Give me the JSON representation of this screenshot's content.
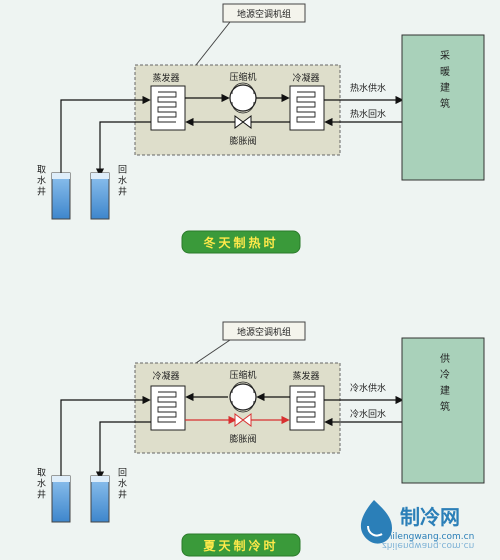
{
  "winter": {
    "unit_label": "地源空调机组",
    "evaporator": "蒸发器",
    "compressor": "压缩机",
    "condenser": "冷凝器",
    "expansion_valve": "膨胀阀",
    "supply_label": "热水供水",
    "return_label": "热水回水",
    "building_label": "采暖建筑",
    "intake_well": "取水井",
    "return_well": "回水井",
    "mode_label": "冬天制热时"
  },
  "summer": {
    "unit_label": "地源空调机组",
    "condenser": "冷凝器",
    "compressor": "压缩机",
    "evaporator": "蒸发器",
    "expansion_valve": "膨胀阀",
    "supply_label": "冷水供水",
    "return_label": "冷水回水",
    "building_label": "供冷建筑",
    "intake_well": "取水井",
    "return_well": "回水井",
    "mode_label": "夏天制冷时"
  },
  "watermark": {
    "brand": "制冷网",
    "url": "zhilengwang.com.cn",
    "url_mirrored": "zhilengwang.com.cn"
  },
  "colors": {
    "unit_fill": "#dedecb",
    "building_fill": "#a9d1ba",
    "well_water": "#4c90d0",
    "badge_fill": "#3a9a3a",
    "badge_text": "#ffe94a",
    "summer_refrigerant_line": "#d83030",
    "brand_blue": "#2b7fb8"
  }
}
